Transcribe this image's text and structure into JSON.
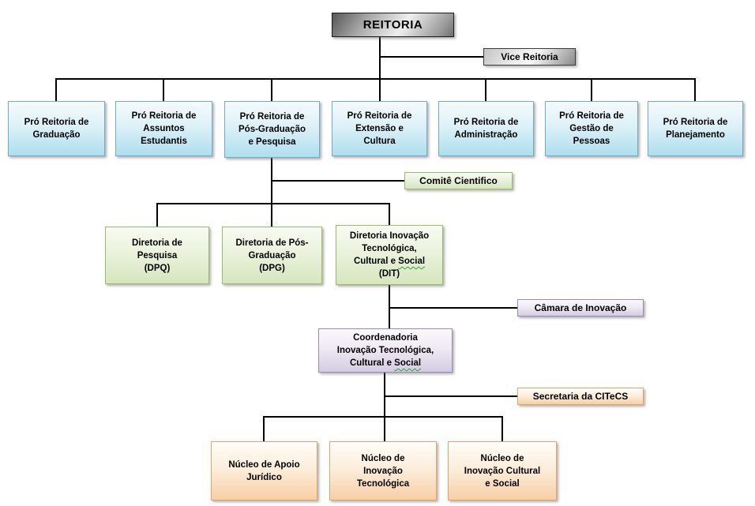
{
  "org_chart": {
    "root": {
      "label": "REITORIA"
    },
    "vice": {
      "label": "Vice Reitoria"
    },
    "pro_reitorias": [
      {
        "label": "Pró Reitoria de\nGraduação"
      },
      {
        "label": "Pró Reitoria de\nAssuntos\nEstudantis"
      },
      {
        "label": "Pró Reitoria de\nPós-Graduação\ne Pesquisa"
      },
      {
        "label": "Pró Reitoria de\nExtensão e\nCultura"
      },
      {
        "label": "Pró Reitoria de\nAdministração"
      },
      {
        "label": "Pró Reitoria de\nGestão de\nPessoas"
      },
      {
        "label": "Pró Reitoria de\nPlanejamento"
      }
    ],
    "comite": {
      "label": "Comitê Cientifico"
    },
    "diretorias": [
      {
        "label": "Diretoria de\nPesquisa\n(DPQ)"
      },
      {
        "label": "Diretoria de Pós-\nGraduação\n(DPG)"
      },
      {
        "label_pre": "Diretoria Inovação\nTecnológica,\nCultural e ",
        "label_wavy": "Social",
        "label_post": "\n(DIT)"
      }
    ],
    "camara": {
      "label": "Câmara de Inovação"
    },
    "coordenadoria": {
      "label_pre": "Coordenadoria\nInovação Tecnológica,\nCultural e ",
      "label_wavy": "Social",
      "label_post": ""
    },
    "secretaria": {
      "label": "Secretaria da CITeCS"
    },
    "nucleos": [
      {
        "label": "Núcleo de Apoio\nJurídico"
      },
      {
        "label": "Núcleo de\nInovação\nTecnológica"
      },
      {
        "label": "Núcleo de\nInovação Cultural\ne Social"
      }
    ]
  },
  "palette": {
    "executive_gray": "#8c8c8c",
    "pro_reitoria_blue_border": "#74aac6",
    "pro_reitoria_blue_fill": "#aedeee",
    "diretoria_green_border": "#9db86a",
    "diretoria_green_fill": "#d6e6be",
    "coordenadoria_purple_border": "#9a8bb5",
    "coordenadoria_purple_fill": "#d4cbe2",
    "nucleo_orange_border": "#e5a469",
    "nucleo_orange_fill": "#f7cfa4",
    "connector": "#000000",
    "background": "#ffffff",
    "spellcheck_underline": "#2e9e40"
  }
}
